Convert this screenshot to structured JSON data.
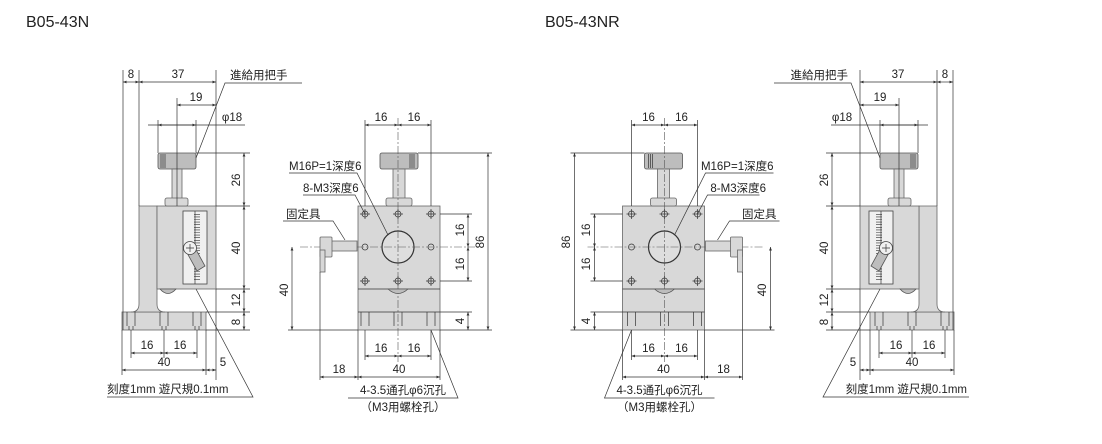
{
  "products": [
    {
      "title": "B05-43N"
    },
    {
      "title": "B05-43NR"
    }
  ],
  "labels": {
    "feed_handle": "進給用把手",
    "scale": "刻度1mm 遊尺規0.1mm",
    "thread": "M16P=1深度6",
    "tapped": "8-M3深度6",
    "clamp": "固定具",
    "holes": "4-3.5通孔φ6沉孔",
    "holes_note": "（M3用螺栓孔）"
  },
  "dims": {
    "d8": "8",
    "d37": "37",
    "d19": "19",
    "phi18": "φ18",
    "d26": "26",
    "d40": "40",
    "d12": "12",
    "d16": "16",
    "d5": "5",
    "d86": "86",
    "d4": "4",
    "d18": "18"
  },
  "colors": {
    "part": "#d8d8d8",
    "line": "#333333"
  }
}
